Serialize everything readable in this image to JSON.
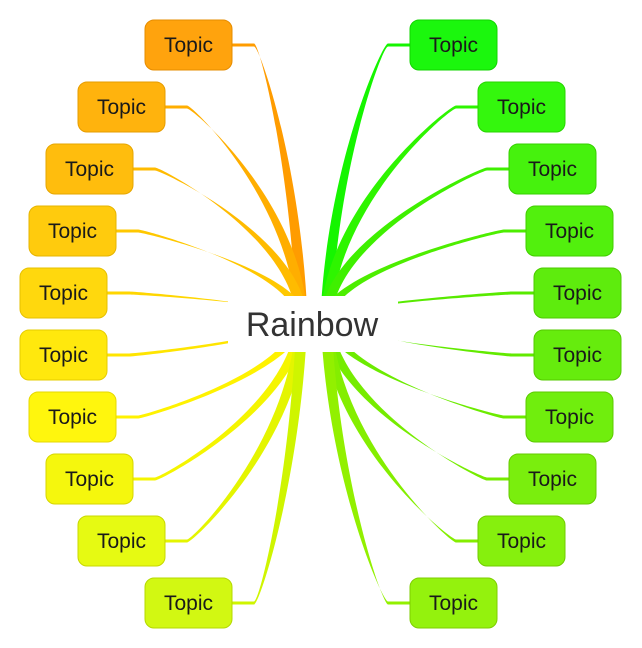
{
  "root": {
    "label": "Rainbow"
  },
  "branches": [
    {
      "side": "left",
      "label": "Topic",
      "color": "#FF9C00",
      "fill": "#FFA30D",
      "stroke": "#E68C00"
    },
    {
      "side": "left",
      "label": "Topic",
      "color": "#FFAE00",
      "fill": "#FFB30D",
      "stroke": "#E69C00"
    },
    {
      "side": "left",
      "label": "Topic",
      "color": "#FFBB00",
      "fill": "#FFBD0D",
      "stroke": "#E6A600"
    },
    {
      "side": "left",
      "label": "Topic",
      "color": "#FFC800",
      "fill": "#FFCB0D",
      "stroke": "#E6B400"
    },
    {
      "side": "left",
      "label": "Topic",
      "color": "#FFD600",
      "fill": "#FFD80D",
      "stroke": "#E6C000"
    },
    {
      "side": "left",
      "label": "Topic",
      "color": "#FFE500",
      "fill": "#FFE80D",
      "stroke": "#E6CC00"
    },
    {
      "side": "left",
      "label": "Topic",
      "color": "#FFF200",
      "fill": "#FFF60D",
      "stroke": "#E6D800"
    },
    {
      "side": "left",
      "label": "Topic",
      "color": "#F5F500",
      "fill": "#F5F70D",
      "stroke": "#D6D600"
    },
    {
      "side": "left",
      "label": "Topic",
      "color": "#E4F500",
      "fill": "#E6FA12",
      "stroke": "#C8D800"
    },
    {
      "side": "left",
      "label": "Topic",
      "color": "#CFF500",
      "fill": "#D2F812",
      "stroke": "#B4D800"
    },
    {
      "side": "right",
      "label": "Topic",
      "color": "#15F500",
      "fill": "#1BF70D",
      "stroke": "#12D400"
    },
    {
      "side": "right",
      "label": "Topic",
      "color": "#2EF500",
      "fill": "#34F70D",
      "stroke": "#28D400"
    },
    {
      "side": "right",
      "label": "Topic",
      "color": "#3FF000",
      "fill": "#46F20D",
      "stroke": "#36D000"
    },
    {
      "side": "right",
      "label": "Topic",
      "color": "#4DEE00",
      "fill": "#52F00D",
      "stroke": "#42CE00"
    },
    {
      "side": "right",
      "label": "Topic",
      "color": "#58EA00",
      "fill": "#5EEC0D",
      "stroke": "#4CCA00"
    },
    {
      "side": "right",
      "label": "Topic",
      "color": "#62EA00",
      "fill": "#66EC0D",
      "stroke": "#54CA00"
    },
    {
      "side": "right",
      "label": "Topic",
      "color": "#6CEB00",
      "fill": "#70EE0D",
      "stroke": "#5CCA00"
    },
    {
      "side": "right",
      "label": "Topic",
      "color": "#76EC00",
      "fill": "#7AEE0D",
      "stroke": "#66CA00"
    },
    {
      "side": "right",
      "label": "Topic",
      "color": "#84EE00",
      "fill": "#86F00D",
      "stroke": "#72CC00"
    },
    {
      "side": "right",
      "label": "Topic",
      "color": "#92F000",
      "fill": "#94F20D",
      "stroke": "#7ECE00"
    }
  ]
}
